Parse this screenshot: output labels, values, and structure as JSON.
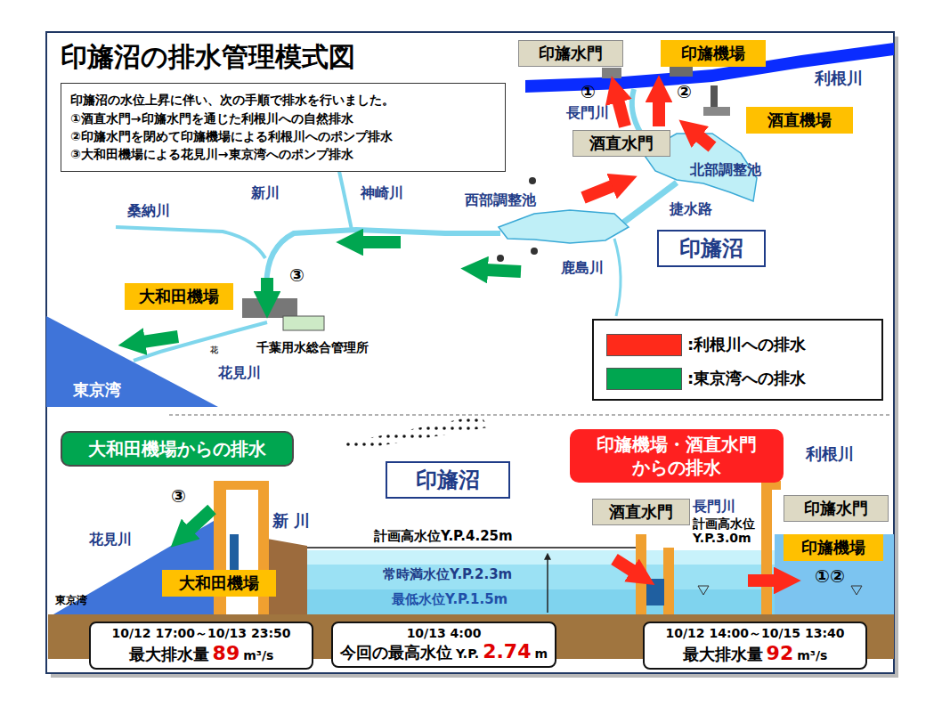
{
  "diagram": {
    "title": "印旛沼の排水管理模式図",
    "nodes": [
      {
        "text": [
          "印旛沼の水位上昇に伴い、次の手順で排水を行いました。",
          "①酒直水門→印旛水門を通じた利根川への自然排水",
          "②印旛水門を閉めて印旛機場による利根川へのポンプ排水",
          "③大和田機場による花見川→東京湾へのポンプ排水"
        ]
      },
      {
        "text": [
          "印旛水門"
        ]
      },
      {
        "text": [
          "印旛機場"
        ]
      },
      {
        "text": [
          "酒直水門"
        ]
      },
      {
        "text": [
          "酒直機場"
        ]
      },
      {
        "text": [
          "印旛沼"
        ]
      },
      {
        "text": [
          "大和田機場"
        ]
      },
      {
        "text": [
          "大和田機場からの排水"
        ]
      },
      {
        "text": [
          "印旛沼"
        ]
      },
      {
        "text": [
          "印旛機場・酒直水門からの排水"
        ]
      },
      {
        "text": [
          "酒直水門"
        ]
      },
      {
        "text": [
          "印旛水門"
        ]
      },
      {
        "text": [
          "印旛機場"
        ]
      },
      {
        "text": [
          "大和田機場"
        ]
      },
      {
        "text": [
          "10/12 17:00～10/13 23:50",
          "最大排水量",
          "89",
          "m³/s"
        ]
      },
      {
        "text": [
          "10/13 4:00",
          "今回の最高水位",
          "Y.P.",
          "2.74",
          "m"
        ]
      },
      {
        "text": [
          "10/12 14:00～10/15 13:40",
          "最大排水量",
          "92",
          "m³/s"
        ]
      }
    ],
    "labels": [
      "利根川",
      "①",
      "②",
      "長門川",
      "北部調整池",
      "捷水路",
      "西部調整池",
      "神崎川",
      "新川",
      "桑納川",
      "鹿島川",
      "③",
      "千葉用水総合管理所",
      "花",
      "花見川",
      "東京湾",
      "利根川",
      "③",
      "新 川",
      "花見川",
      "長門川",
      "計画高水位 Y.P.3.0m",
      "計画高水位Y.P.4.25m",
      "常時満水位Y.P.2.3m",
      "最低水位Y.P.1.5m",
      "①②",
      "東京湾"
    ],
    "legend": [
      {
        "text": ":利根川への排水",
        "color": "#ff2a1a"
      },
      {
        "text": ":東京湾への排水",
        "color": "#00a650"
      }
    ]
  }
}
